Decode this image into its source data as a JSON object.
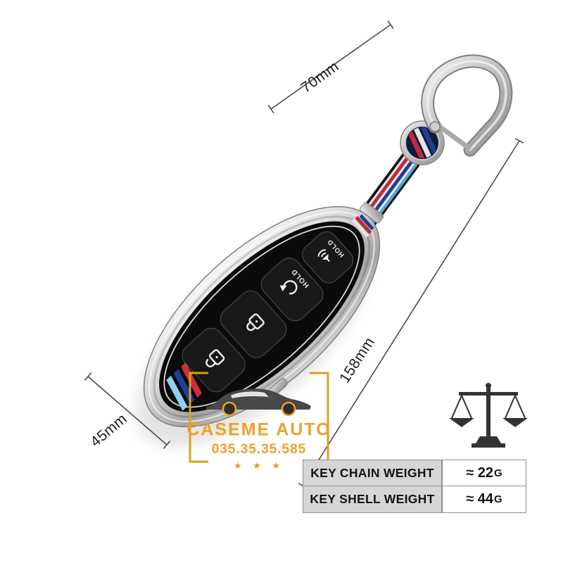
{
  "dimensions": {
    "keychain_length": "70mm",
    "shell_width": "45mm",
    "total_length": "158mm"
  },
  "fob": {
    "buttons": [
      {
        "name": "panic",
        "label": "HOLD"
      },
      {
        "name": "remote-start",
        "label": "HOLD"
      },
      {
        "name": "lock",
        "label": ""
      },
      {
        "name": "unlock",
        "label": ""
      }
    ],
    "stripe_colors": [
      "#8fd0ee",
      "#1e3f96",
      "#cf2e3c"
    ]
  },
  "watermark": {
    "brand": "CASEME AUTO",
    "phone": "035.35.35.585",
    "stars": "★ ★ ★",
    "accent_color": "#ef9f2c"
  },
  "spec_table": {
    "rows": [
      {
        "label": "KEY CHAIN WEIGHT",
        "value": "≈ 22",
        "unit": "G"
      },
      {
        "label": "KEY SHELL WEIGHT",
        "value": "≈ 44",
        "unit": "G"
      }
    ]
  },
  "colors": {
    "chrome": "#c8c8c8",
    "strap_red": "#c22a38",
    "strap_navy": "#1e3f96",
    "strap_lightblue": "#4aa8d8",
    "gold": "#d8a21c"
  }
}
